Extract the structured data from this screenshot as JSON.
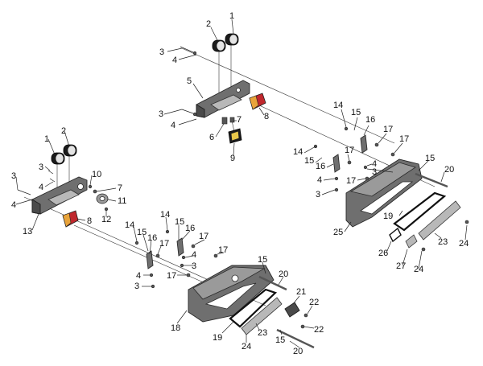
{
  "diagram": {
    "labels": {
      "n1": "1",
      "n2": "2",
      "n3": "3",
      "n4": "4",
      "n5": "5",
      "n6": "6",
      "n7": "7",
      "n8": "8",
      "n9": "9",
      "n10": "10",
      "n11": "11",
      "n12": "12",
      "n13": "13",
      "n14": "14",
      "n15": "15",
      "n16": "16",
      "n17": "17",
      "n18": "18",
      "n19": "19",
      "n20": "20",
      "n21": "21",
      "n22": "22",
      "n23": "23",
      "n24": "24",
      "n25": "25",
      "n26": "26",
      "n27": "27"
    }
  }
}
